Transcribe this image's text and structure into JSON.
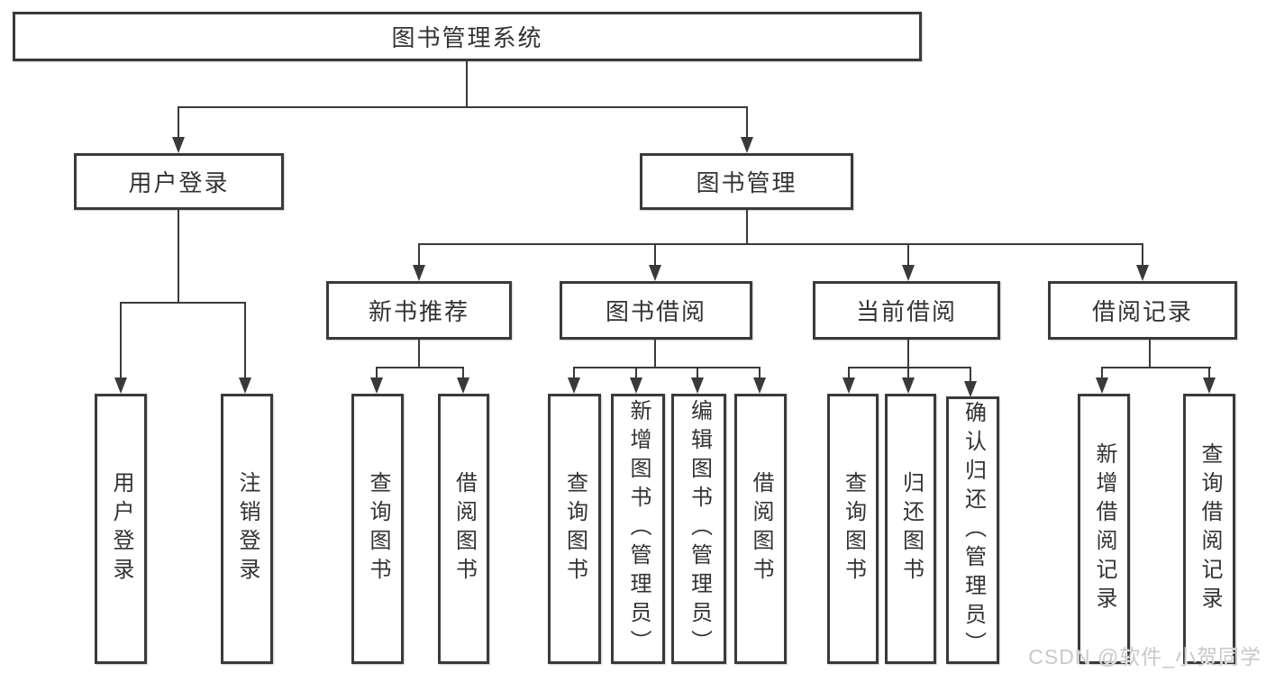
{
  "nodes": {
    "root": {
      "label": "图书管理系统"
    },
    "user_login": {
      "label": "用户登录"
    },
    "book_mgmt": {
      "label": "图书管理"
    },
    "new_book_rec": {
      "label": "新书推荐"
    },
    "book_borrow": {
      "label": "图书借阅"
    },
    "current_borrow": {
      "label": "当前借阅"
    },
    "borrow_record": {
      "label": "借阅记录"
    },
    "leaf_user_login": {
      "label": "用户登录"
    },
    "leaf_logout": {
      "label": "注销登录"
    },
    "leaf_nb_query": {
      "label": "查询图书"
    },
    "leaf_nb_borrow": {
      "label": "借阅图书"
    },
    "leaf_bb_query": {
      "label": "查询图书"
    },
    "leaf_bb_add": {
      "label": "新增图书（管理员）"
    },
    "leaf_bb_edit": {
      "label": "编辑图书（管理员）"
    },
    "leaf_bb_borrow": {
      "label": "借阅图书"
    },
    "leaf_cb_query": {
      "label": "查询图书"
    },
    "leaf_cb_return": {
      "label": "归还图书"
    },
    "leaf_cb_confirm": {
      "label": "确认归还（管理员）"
    },
    "leaf_br_add": {
      "label": "新增借阅记录"
    },
    "leaf_br_query": {
      "label": "查询借阅记录"
    }
  },
  "watermark": "CSDN @软件_小贺同学",
  "colors": {
    "line": "#3a3a3a",
    "text": "#333333",
    "background": "#ffffff",
    "watermark": "#c9c9c9"
  }
}
